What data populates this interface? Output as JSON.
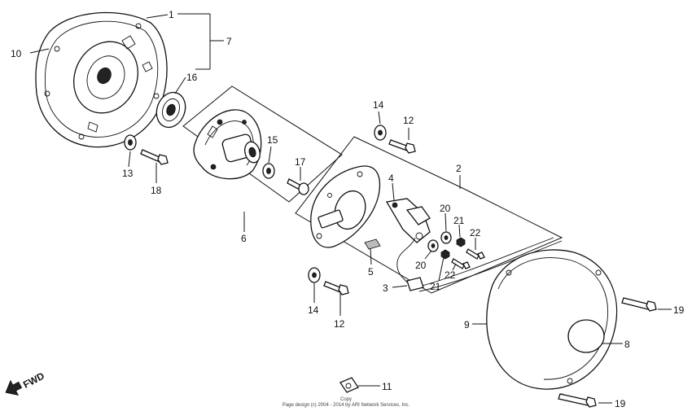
{
  "callouts": {
    "c1": "1",
    "c2": "2",
    "c3": "3",
    "c4": "4",
    "c5": "5",
    "c6": "6",
    "c7": "7",
    "c8": "8",
    "c9": "9",
    "c10": "10",
    "c11": "11",
    "c12a": "12",
    "c12b": "12",
    "c13": "13",
    "c14a": "14",
    "c14b": "14",
    "c15": "15",
    "c16": "16",
    "c17": "17",
    "c18": "18",
    "c19a": "19",
    "c19b": "19",
    "c20a": "20",
    "c20b": "20",
    "c21a": "21",
    "c21b": "21",
    "c22a": "22",
    "c22b": "22"
  },
  "fwd_label": "FWD",
  "footer": {
    "line1": "Copy",
    "line2": "Page design (c) 2004 - 2014 by ARI Network Services, Inc."
  }
}
